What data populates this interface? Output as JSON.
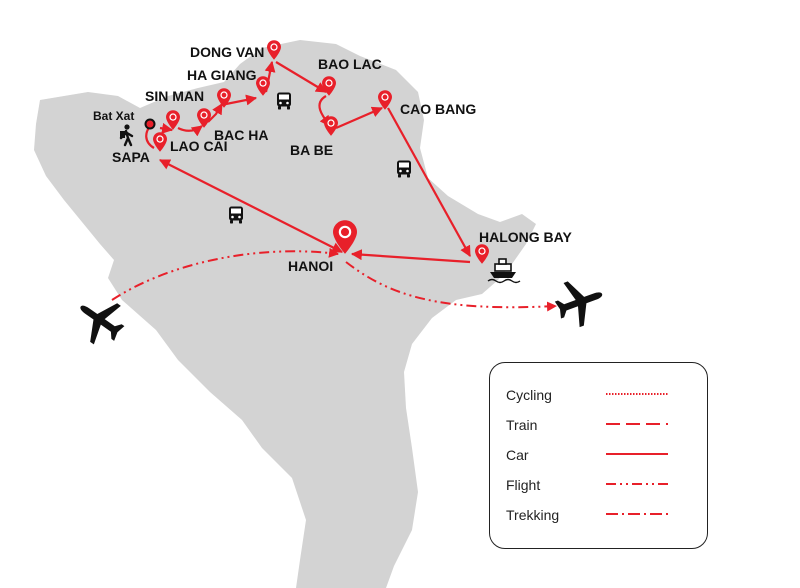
{
  "places": {
    "bat_xat": "Bat Xat",
    "sapa": "SAPA",
    "lao_cai": "LAO CAI",
    "sin_man": "SIN MAN",
    "bac_ha": "BAC HA",
    "ha_giang": "HA GIANG",
    "dong_van": "DONG VAN",
    "bao_lac": "BAO LAC",
    "ba_be": "BA BE",
    "cao_bang": "CAO BANG",
    "halong_bay": "HALONG BAY",
    "hanoi": "HANOI"
  },
  "legend": {
    "items": [
      {
        "label": "Cycling",
        "style": "dotted"
      },
      {
        "label": "Train",
        "style": "dashed"
      },
      {
        "label": "Car",
        "style": "solid"
      },
      {
        "label": "Flight",
        "style": "dash-dot-dot"
      },
      {
        "label": "Trekking",
        "style": "dash-dot"
      }
    ]
  },
  "icons": {
    "route_color": "#e8202a",
    "land_color": "#d3d3d3",
    "transport": [
      "bus-icon",
      "bus-icon",
      "bus-icon",
      "boat-icon",
      "airplane-icon",
      "airplane-icon",
      "hiker-icon"
    ]
  }
}
